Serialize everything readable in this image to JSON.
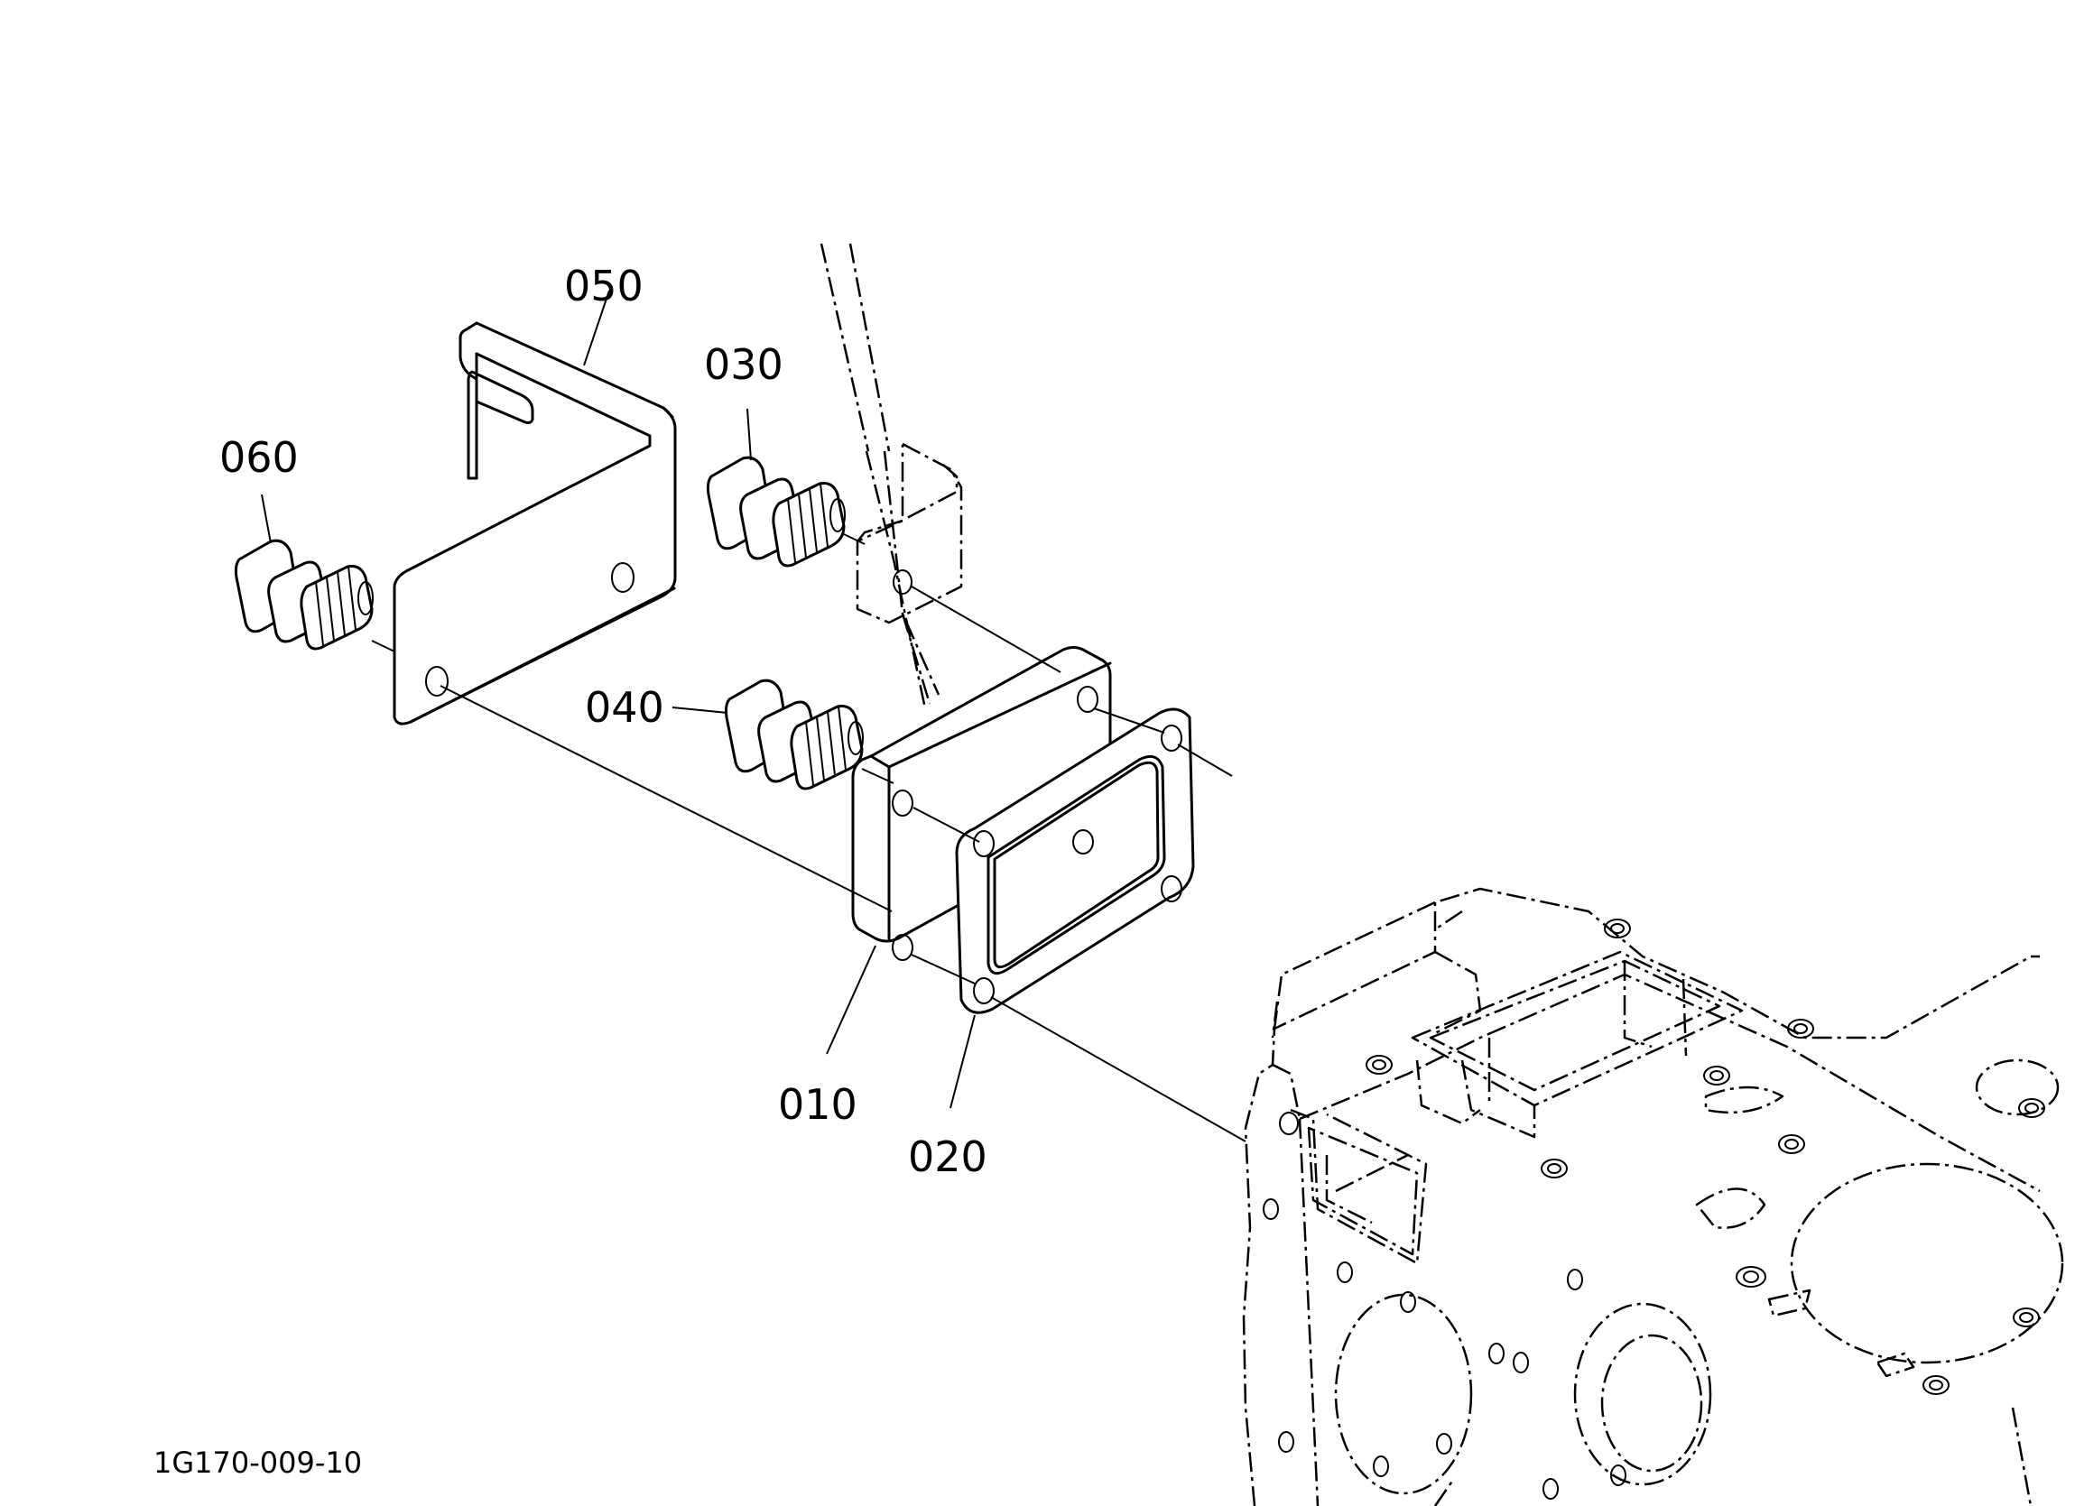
{
  "diagram": {
    "parts": [
      {
        "id": "010"
      },
      {
        "id": "020"
      },
      {
        "id": "030"
      },
      {
        "id": "040"
      },
      {
        "id": "050"
      },
      {
        "id": "060"
      }
    ],
    "drawing_code": "1G170-009-10"
  }
}
